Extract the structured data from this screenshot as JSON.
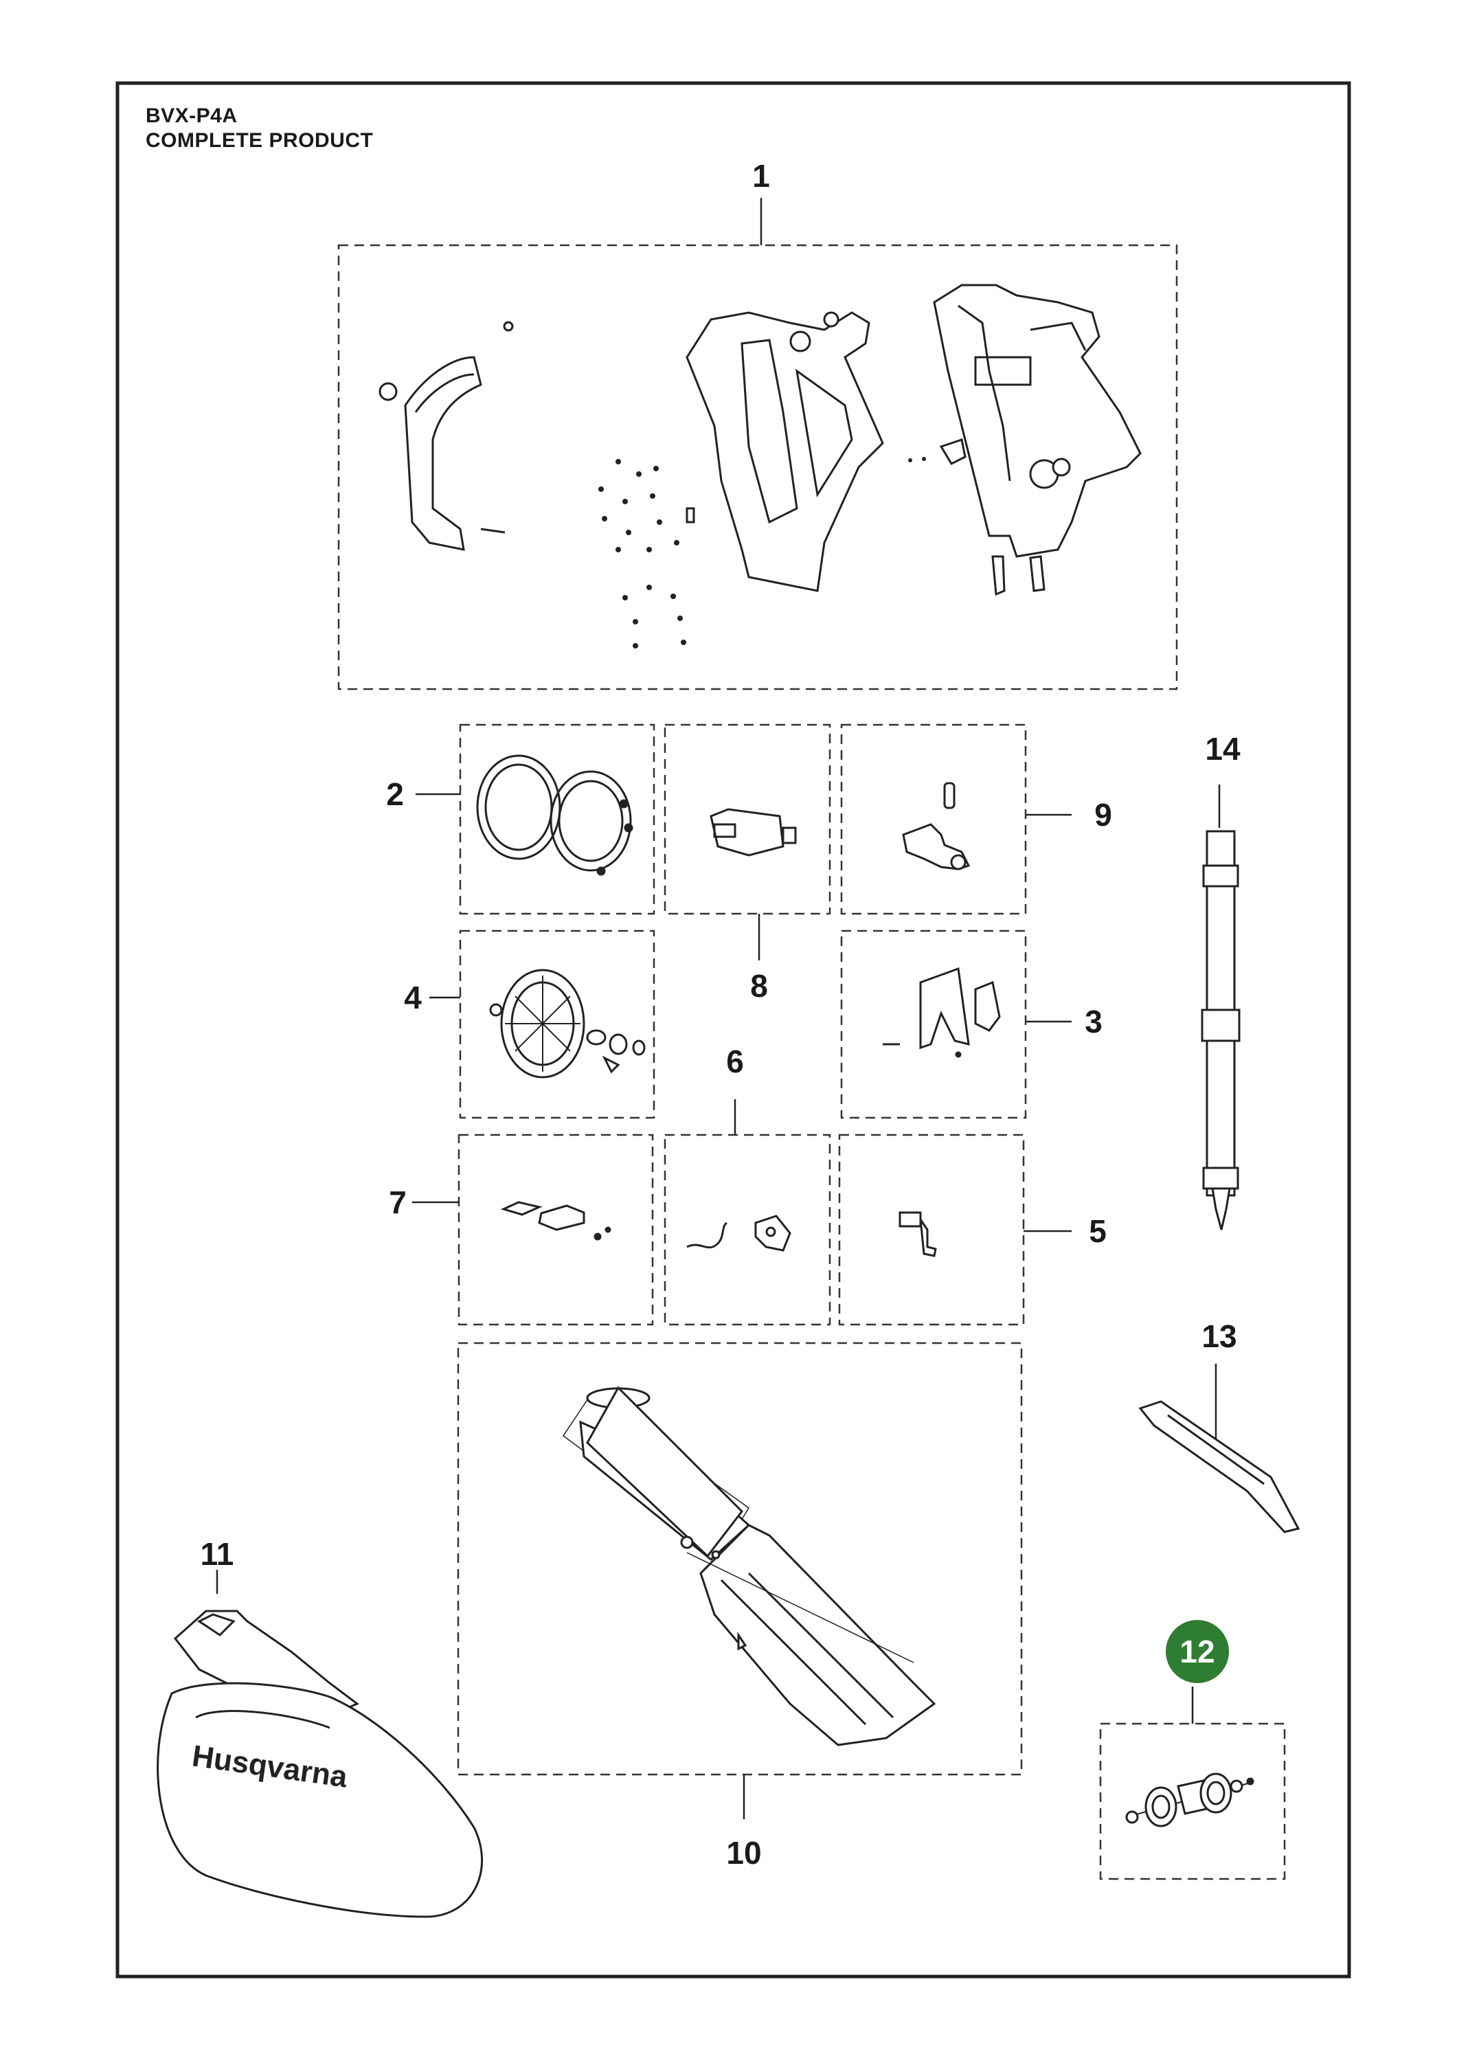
{
  "header": {
    "model": "BVX-P4A",
    "subtitle": "COMPLETE PRODUCT"
  },
  "diagram": {
    "brand_logo_text": "Husqvarna",
    "highlight_color": "#2e7d32",
    "line_color": "#222222",
    "callouts": {
      "c1": "1",
      "c2": "2",
      "c3": "3",
      "c4": "4",
      "c5": "5",
      "c6": "6",
      "c7": "7",
      "c8": "8",
      "c9": "9",
      "c10": "10",
      "c11": "11",
      "c12": "12",
      "c13": "13",
      "c14": "14"
    }
  }
}
